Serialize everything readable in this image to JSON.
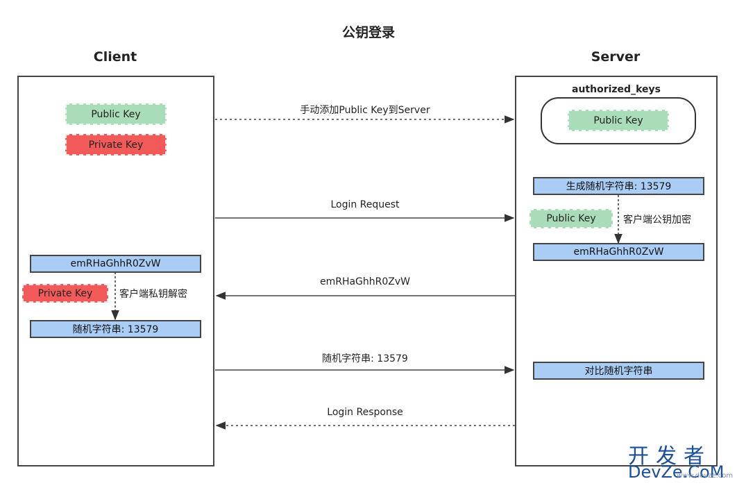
{
  "title": "公钥登录",
  "client": {
    "label": "Client",
    "public_key": "Public Key",
    "private_key": "Private Key",
    "encrypted": "emRHaGhhR0ZvW",
    "private_key_2": "Private Key",
    "decrypt_note": "客户端私钥解密",
    "random": "随机字符串: 13579"
  },
  "server": {
    "label": "Server",
    "authorized_keys": "authorized_keys",
    "public_key_stored": "Public Key",
    "generate": "生成随机字符串: 13579",
    "public_key_2": "Public Key",
    "encrypt_note": "客户端公钥加密",
    "encrypted": "emRHaGhhR0ZvW",
    "compare": "对比随机字符串"
  },
  "messages": {
    "add_key": "手动添加Public Key到Server",
    "login_request": "Login Request",
    "challenge": "emRHaGhhR0ZvW",
    "answer": "随机字符串: 13579",
    "login_response": "Login Response"
  },
  "watermark": {
    "cn": "开发者",
    "en": "DevZe.CoM",
    "sub": "www.devze.com"
  }
}
